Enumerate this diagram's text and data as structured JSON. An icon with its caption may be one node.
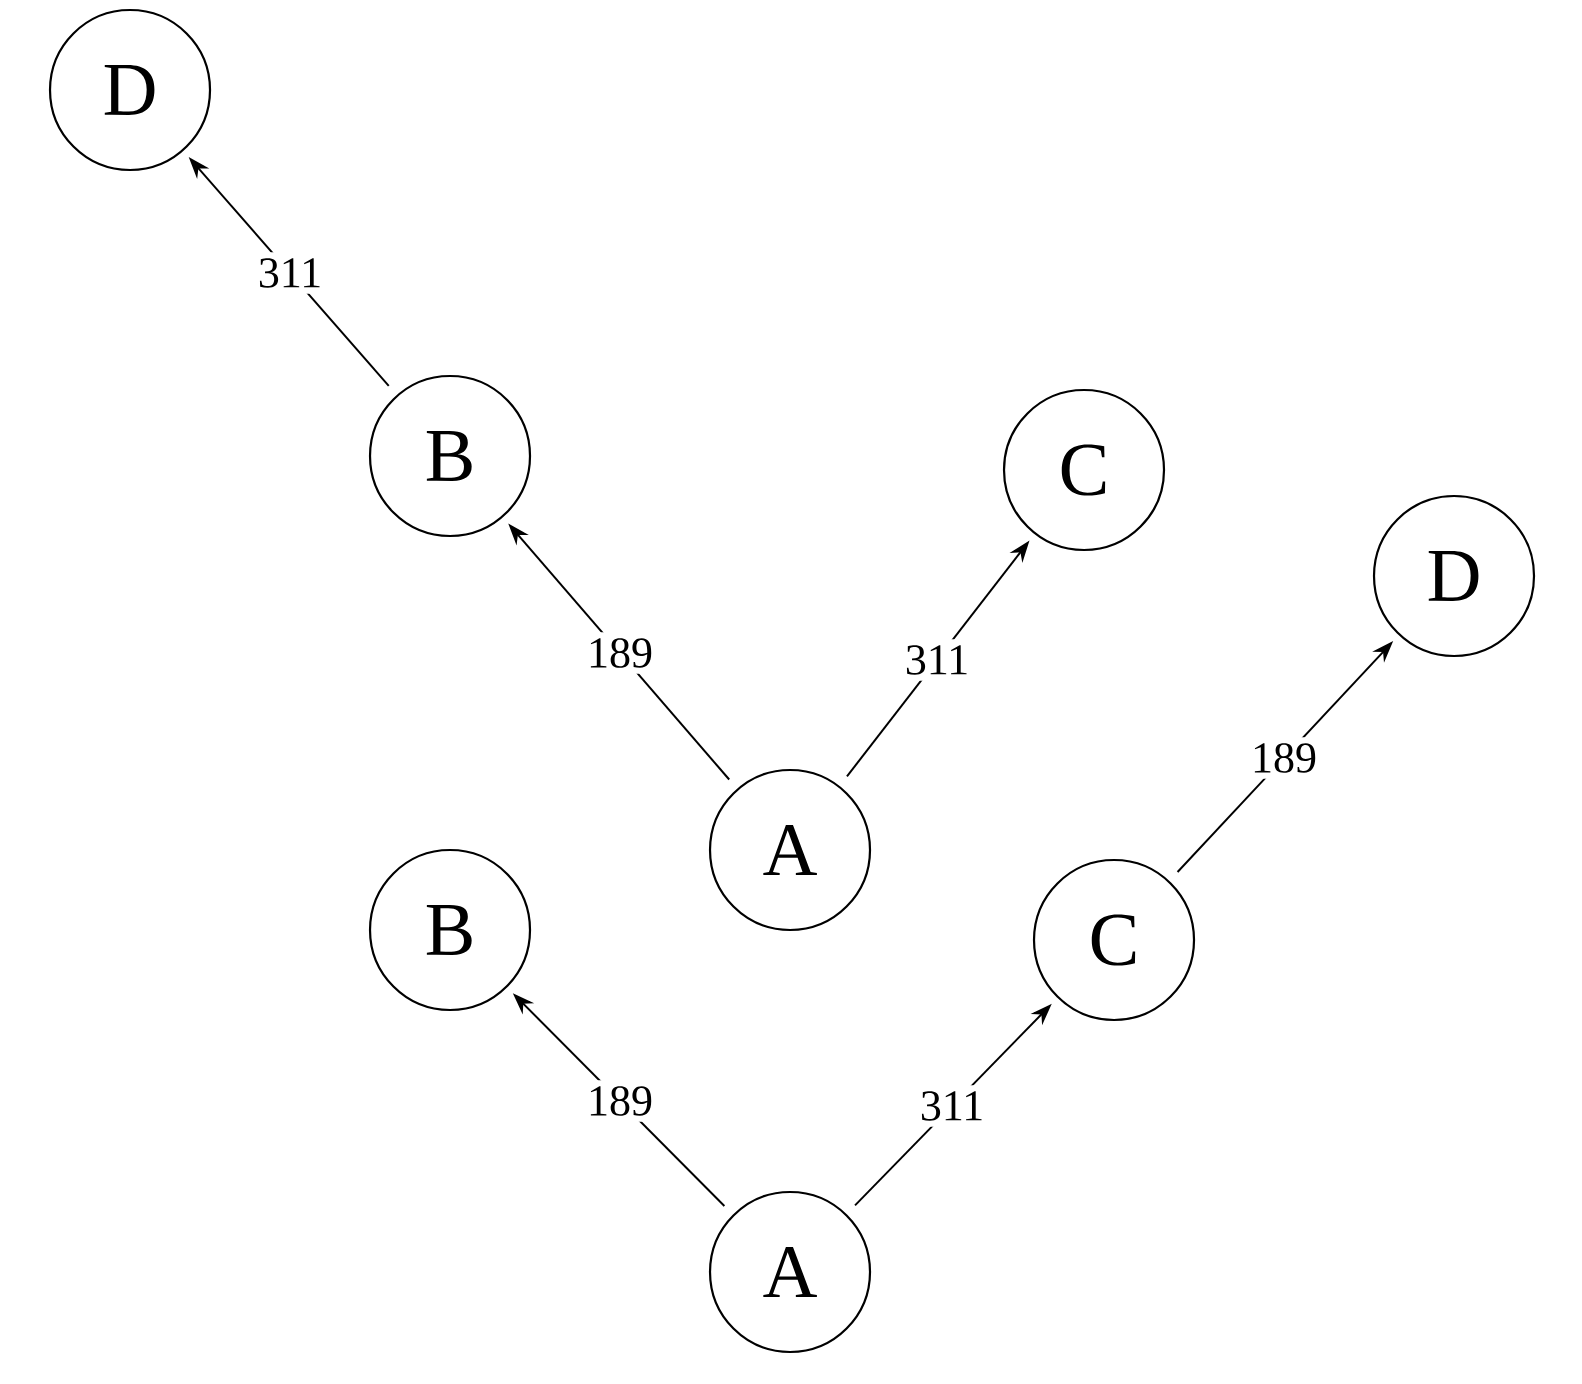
{
  "diagram": {
    "nodes": [
      {
        "text": [
          "D"
        ]
      },
      {
        "text": [
          "B"
        ]
      },
      {
        "text": [
          "C"
        ]
      },
      {
        "text": [
          "D"
        ]
      },
      {
        "text": [
          "A"
        ]
      },
      {
        "text": [
          "B"
        ]
      },
      {
        "text": [
          "C"
        ]
      },
      {
        "text": [
          "A"
        ]
      }
    ],
    "edges": [
      {
        "from": 1,
        "to": 0,
        "arrow": "to",
        "label": "311"
      },
      {
        "from": 4,
        "to": 1,
        "arrow": "to",
        "label": "189"
      },
      {
        "from": 4,
        "to": 2,
        "arrow": "to",
        "label": "311"
      },
      {
        "from": 6,
        "to": 3,
        "arrow": "to",
        "label": "189"
      },
      {
        "from": 7,
        "to": 5,
        "arrow": "to",
        "label": "189"
      },
      {
        "from": 7,
        "to": 6,
        "arrow": "to",
        "label": "311"
      }
    ]
  }
}
